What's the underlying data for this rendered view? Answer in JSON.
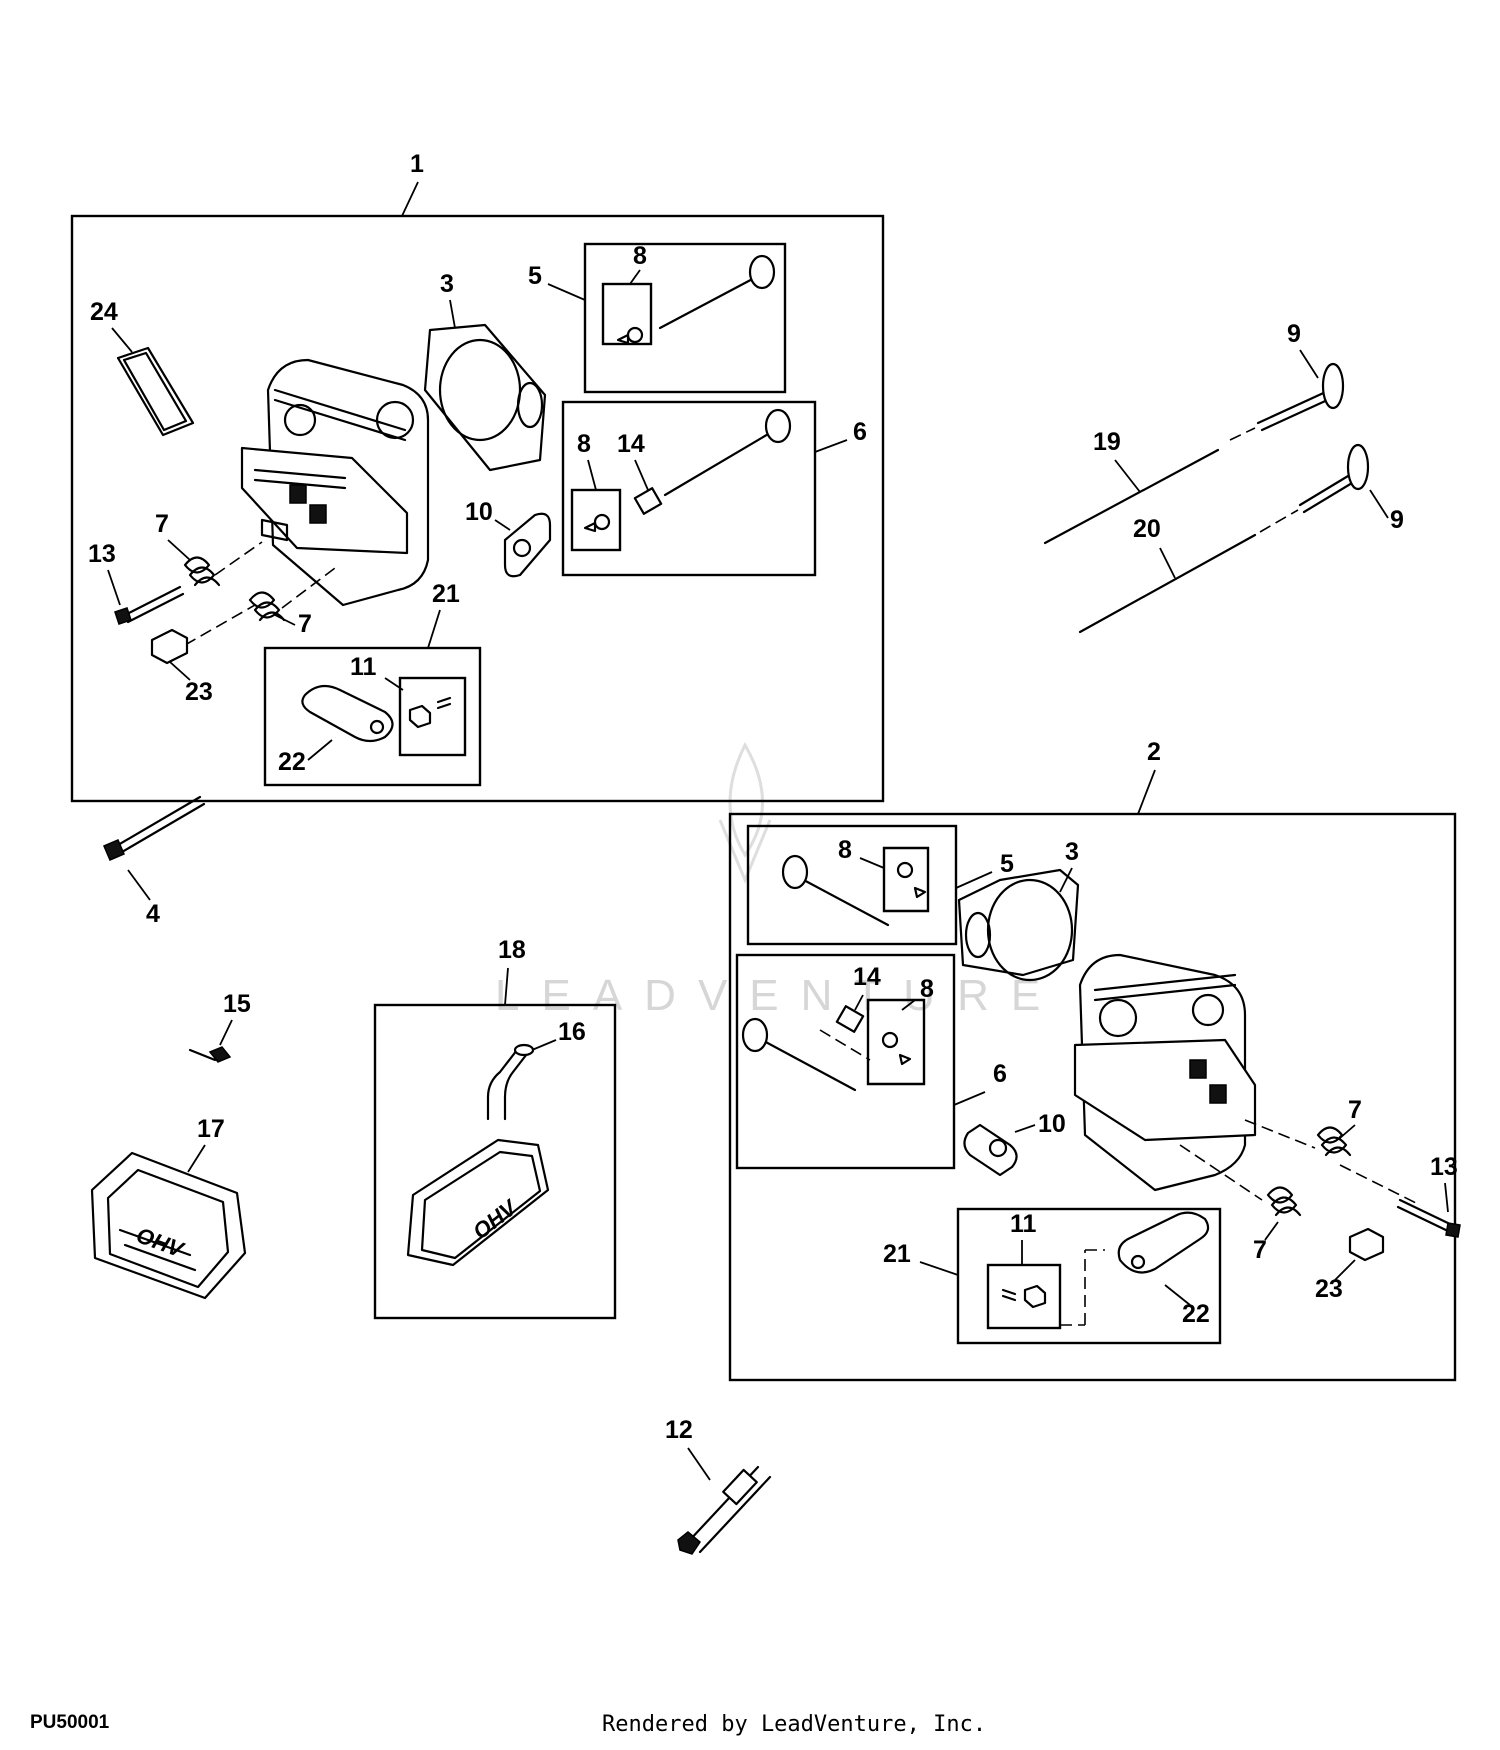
{
  "diagram_code": "PU50001",
  "credit": "Rendered by LeadVenture, Inc.",
  "watermark": "LEADVENTURE",
  "callouts": {
    "c1": "1",
    "c2": "2",
    "l3": "3",
    "l5": "5",
    "l8a": "8",
    "l6": "6",
    "l8b": "8",
    "l14": "14",
    "l24": "24",
    "l7a": "7",
    "l13": "13",
    "l7b": "7",
    "l10": "10",
    "l21": "21",
    "l11": "11",
    "l23": "23",
    "l22": "22",
    "r9a": "9",
    "r19": "19",
    "r9b": "9",
    "r20": "20",
    "p4": "4",
    "p15": "15",
    "p17": "17",
    "p18": "18",
    "p16": "16",
    "p12": "12",
    "b8a": "8",
    "b5": "5",
    "b3": "3",
    "b14": "14",
    "b8b": "8",
    "b6": "6",
    "b10": "10",
    "b7a": "7",
    "b13": "13",
    "b7b": "7",
    "b23": "23",
    "b11": "11",
    "b21": "21",
    "b22": "22"
  },
  "logo_text": "OHV"
}
